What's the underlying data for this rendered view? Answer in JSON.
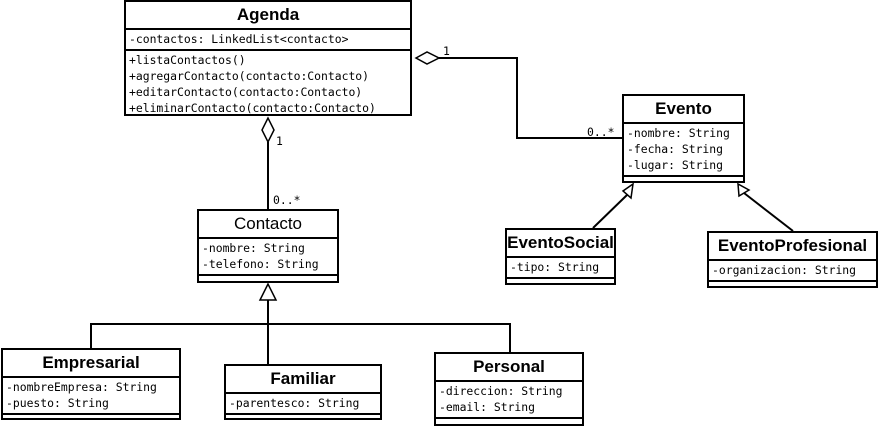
{
  "classes": {
    "agenda": {
      "name": "Agenda",
      "attributes": [
        "-contactos: LinkedList<contacto>"
      ],
      "methods": [
        "+listaContactos()",
        "+agregarContacto(contacto:Contacto)",
        "+editarContacto(contacto:Contacto)",
        "+eliminarContacto(contacto:Contacto)"
      ]
    },
    "evento": {
      "name": "Evento",
      "attributes": [
        "-nombre: String",
        "-fecha: String",
        "-lugar: String"
      ],
      "methods": []
    },
    "contacto": {
      "name": "Contacto",
      "attributes": [
        "-nombre: String",
        "-telefono: String"
      ],
      "methods": []
    },
    "evento_social": {
      "name": "EventoSocial",
      "attributes": [
        "-tipo: String"
      ],
      "methods": []
    },
    "evento_profesional": {
      "name": "EventoProfesional",
      "attributes": [
        "-organizacion: String"
      ],
      "methods": []
    },
    "empresarial": {
      "name": "Empresarial",
      "attributes": [
        "-nombreEmpresa: String",
        "-puesto: String"
      ],
      "methods": []
    },
    "familiar": {
      "name": "Familiar",
      "attributes": [
        "-parentesco: String"
      ],
      "methods": []
    },
    "personal": {
      "name": "Personal",
      "attributes": [
        "-direccion: String",
        "-email: String"
      ],
      "methods": []
    }
  },
  "relations": {
    "agenda_evento": {
      "source_multiplicity": "1",
      "target_multiplicity": "0..*"
    },
    "agenda_contacto": {
      "source_multiplicity": "1",
      "target_multiplicity": "0..*"
    }
  }
}
